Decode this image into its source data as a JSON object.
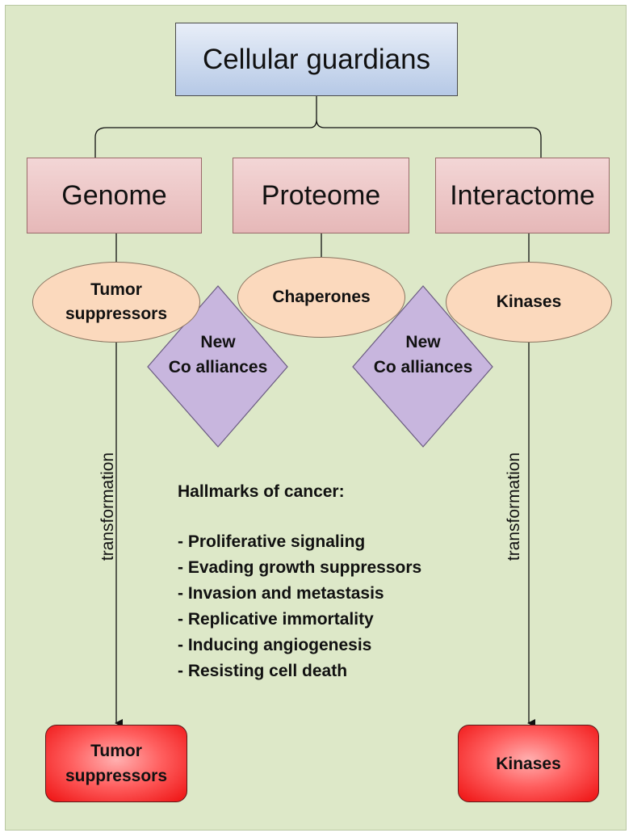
{
  "title": "Cellular guardians",
  "categories": [
    "Genome",
    "Proteome",
    "Interactome"
  ],
  "components": {
    "left": [
      "Tumor",
      "suppressors"
    ],
    "middle": "Chaperones",
    "right": "Kinases"
  },
  "alliances": {
    "left": [
      "New",
      "Co alliances"
    ],
    "right": [
      "New",
      "Co alliances"
    ]
  },
  "transformation": {
    "left": "transformation",
    "right": "transformation"
  },
  "hallmarks": {
    "title": "Hallmarks of cancer:",
    "items": [
      "- Proliferative signaling",
      "- Evading growth suppressors",
      "- Invasion and metastasis",
      "- Replicative immortality",
      "- Inducing angiogenesis",
      "- Resisting cell death"
    ]
  },
  "outcomes": {
    "left": [
      "Tumor",
      "suppressors"
    ],
    "right": "Kinases"
  },
  "colors": {
    "background": "#dde8c8",
    "title_box": "#b6c9e6",
    "category_box": "#e6b8b8",
    "component_ellipse": "#fbd9bd",
    "alliance_diamond": "#c8b6de",
    "outcome_box": "#ee1111"
  }
}
